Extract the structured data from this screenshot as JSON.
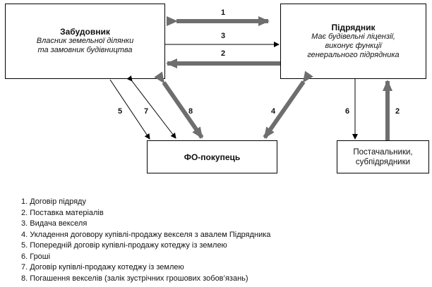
{
  "boxes": {
    "developer": {
      "title": "Забудовник",
      "subtitle_line1": "Власник земельної ділянки",
      "subtitle_line2": "та замовник будівництва"
    },
    "contractor": {
      "title": "Підрядник",
      "subtitle_line1": "Має будівельні ліцензії,",
      "subtitle_line2": "виконує функції",
      "subtitle_line3": "генерального підрядника"
    },
    "buyer": {
      "title": "ФО-покупець"
    },
    "suppliers": {
      "line1": "Постачальники,",
      "line2": "субпідрядники"
    }
  },
  "arrow_numbers": {
    "top_double": "1",
    "top_thin": "3",
    "top_thick": "2",
    "left_thin_down": "5",
    "left_thin_double": "7",
    "left_thick_double": "8",
    "right_thick_double": "4",
    "suppliers_thin": "6",
    "suppliers_thick": "2"
  },
  "legend": [
    "1. Договір підряду",
    "2. Поставка матеріалів",
    "3. Видача векселя",
    "4. Укладення договору купівлі-продажу векселя з авалем Підрядника",
    "5. Попередній договір купівлі-продажу котеджу із землею",
    "6. Гроші",
    "7. Договір купівлі-продажу котеджу із землею",
    "8. Погашення векселів (залік зустрічних грошових зобов’язань)"
  ]
}
